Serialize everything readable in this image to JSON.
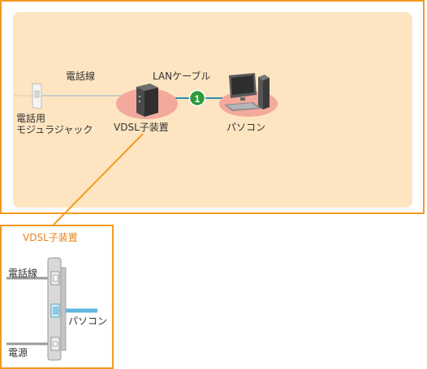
{
  "main": {
    "phone_line_label": "電話線",
    "lan_cable_label": "LANケーブル",
    "jack_label_line1": "電話用",
    "jack_label_line2": "モジュラジャック",
    "vdsl_label": "VDSL子装置",
    "pc_label": "パソコン",
    "step_number": "1"
  },
  "detail": {
    "title": "VDSL子装置",
    "phone_line_label": "電話線",
    "pc_label": "パソコン",
    "power_label": "電源"
  },
  "colors": {
    "frame_orange": "#f39a21",
    "panel_beige": "#fde5c1",
    "highlight_pink": "#f3a99c",
    "step_green": "#2e9b3a",
    "lan_blue": "#5fb8e0"
  }
}
